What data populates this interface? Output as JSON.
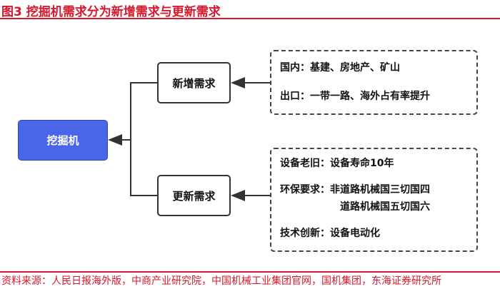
{
  "title": "图3  挖掘机需求分为新增需求与更新需求",
  "source": "资料来源：人民日报海外版，中商产业研究院，中国机械工业集团官网，国机集团，东海证券研究所",
  "main_node": "挖掘机",
  "new_demand": {
    "label": "新增需求",
    "items": [
      "国内：基建、房地产、矿山",
      "出口：一带一路、海外占有率提升"
    ]
  },
  "replace_demand": {
    "label": "更新需求",
    "items": [
      "设备老旧：设备寿命10年",
      "环保要求：非道路机械国三切国四",
      "道路机械国五切国六",
      "技术创新：设备电动化"
    ]
  }
}
